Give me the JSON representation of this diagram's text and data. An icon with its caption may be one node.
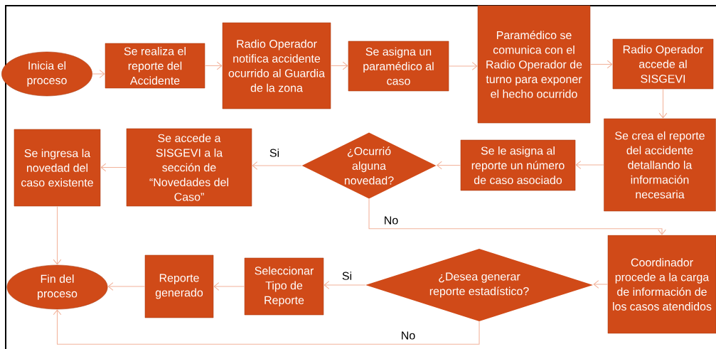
{
  "diagram": {
    "nodes": [
      {
        "text": [
          "Inicia el proceso"
        ]
      },
      {
        "text": [
          "Se realiza el reporte del Accidente"
        ]
      },
      {
        "text": [
          "Radio Operador notifica accidente ocurrido al Guardia de la zona"
        ]
      },
      {
        "text": [
          "Se asigna un paramédico al caso"
        ]
      },
      {
        "text": [
          "Paramédico se comunica con el Radio Operador de turno para exponer el hecho ocurrido"
        ]
      },
      {
        "text": [
          "Radio Operador accede al SISGEVI"
        ]
      },
      {
        "text": [
          "Se crea el reporte del accidente detallando la información necesaria"
        ]
      },
      {
        "text": [
          "Se le asigna al reporte un número de caso asociado"
        ]
      },
      {
        "text": [
          "¿Ocurrió alguna novedad?"
        ]
      },
      {
        "text": [
          "Se accede a SISGEVI a la sección de “Novedades del Caso”"
        ]
      },
      {
        "text": [
          "Se ingresa la novedad del caso existente"
        ]
      },
      {
        "text": [
          "Coordinador procede a la carga de información de los casos atendidos"
        ]
      },
      {
        "text": [
          "¿Desea generar reporte estadístico?"
        ]
      },
      {
        "text": [
          "Seleccionar Tipo de Reporte"
        ]
      },
      {
        "text": [
          "Reporte generado"
        ]
      },
      {
        "text": [
          "Fin del proceso"
        ]
      }
    ],
    "edges": [
      {
        "from": 0,
        "to": 1,
        "arrow": "to"
      },
      {
        "from": 1,
        "to": 2,
        "arrow": "to"
      },
      {
        "from": 2,
        "to": 3,
        "arrow": "to"
      },
      {
        "from": 3,
        "to": 4,
        "arrow": "to"
      },
      {
        "from": 4,
        "to": 5,
        "arrow": "to"
      },
      {
        "from": 5,
        "to": 6,
        "arrow": "to"
      },
      {
        "from": 6,
        "to": 7,
        "arrow": "to"
      },
      {
        "from": 7,
        "to": 8,
        "arrow": "to"
      },
      {
        "from": 8,
        "to": 9,
        "arrow": "to",
        "label": "Si"
      },
      {
        "from": 9,
        "to": 10,
        "arrow": "to"
      },
      {
        "from": 10,
        "to": 15,
        "arrow": "to"
      },
      {
        "from": 8,
        "to": 11,
        "arrow": "to",
        "label": "No"
      },
      {
        "from": 11,
        "to": 12,
        "arrow": "to"
      },
      {
        "from": 12,
        "to": 13,
        "arrow": "to",
        "label": "Si"
      },
      {
        "from": 13,
        "to": 14,
        "arrow": "to"
      },
      {
        "from": 14,
        "to": 15,
        "arrow": "to"
      },
      {
        "from": 12,
        "to": 15,
        "arrow": "to",
        "label": "No"
      }
    ]
  }
}
